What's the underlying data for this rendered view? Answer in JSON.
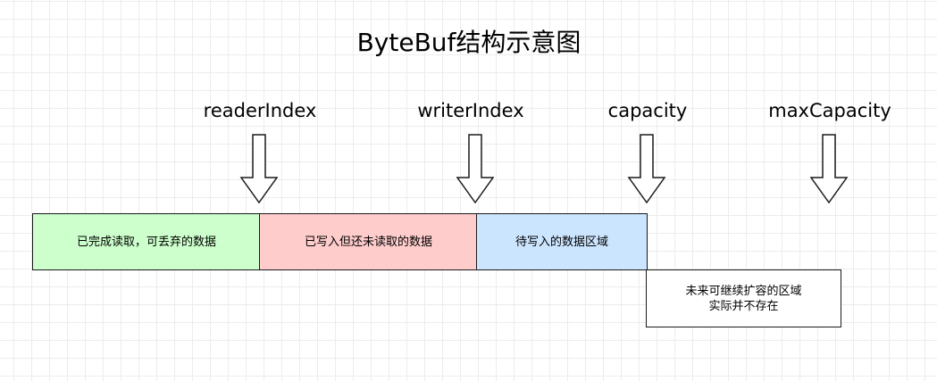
{
  "diagram": {
    "title": "ByteBuf结构示意图",
    "pointers": {
      "reader_index": "readerIndex",
      "writer_index": "writerIndex",
      "capacity": "capacity",
      "max_capacity": "maxCapacity"
    },
    "regions": {
      "discardable": {
        "label": "已完成读取，可丢弃的数据",
        "color": "#ccffcc"
      },
      "readable": {
        "label": "已写入但还未读取的数据",
        "color": "#ffcccc"
      },
      "writable": {
        "label": "待写入的数据区域",
        "color": "#cce5ff"
      },
      "expandable": {
        "line1": "未来可继续扩容的区域",
        "line2": "实际并不存在",
        "color": "#ffffff"
      }
    }
  }
}
